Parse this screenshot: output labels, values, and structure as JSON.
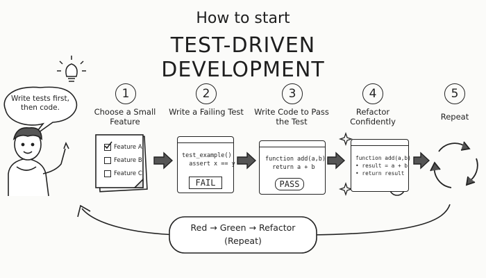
{
  "title": {
    "line1": "How to start",
    "line2": "TEST-DRIVEN DEVELOPMENT"
  },
  "bubble": {
    "text": "Write tests first, then code."
  },
  "steps": [
    {
      "number": "1",
      "label": "Choose a Small Feature"
    },
    {
      "number": "2",
      "label": "Write a Failing Test"
    },
    {
      "number": "3",
      "label": "Write Code to Pass the Test"
    },
    {
      "number": "4",
      "label": "Refactor Confidently"
    },
    {
      "number": "5",
      "label": "Repeat"
    }
  ],
  "features": [
    "Feature A",
    "Feature B",
    "Feature C"
  ],
  "step2_code": [
    "test_example()",
    "  assert x == y"
  ],
  "step2_badge": "FAIL",
  "step3_code": [
    "function add(a,b)",
    "  return a + b"
  ],
  "step3_badge": "PASS",
  "step4_code": [
    "function add(a,b)",
    "• result = a + b",
    "• return result"
  ],
  "cycle": {
    "line1": "Red → Green → Refactor",
    "line2": "(Repeat)"
  }
}
